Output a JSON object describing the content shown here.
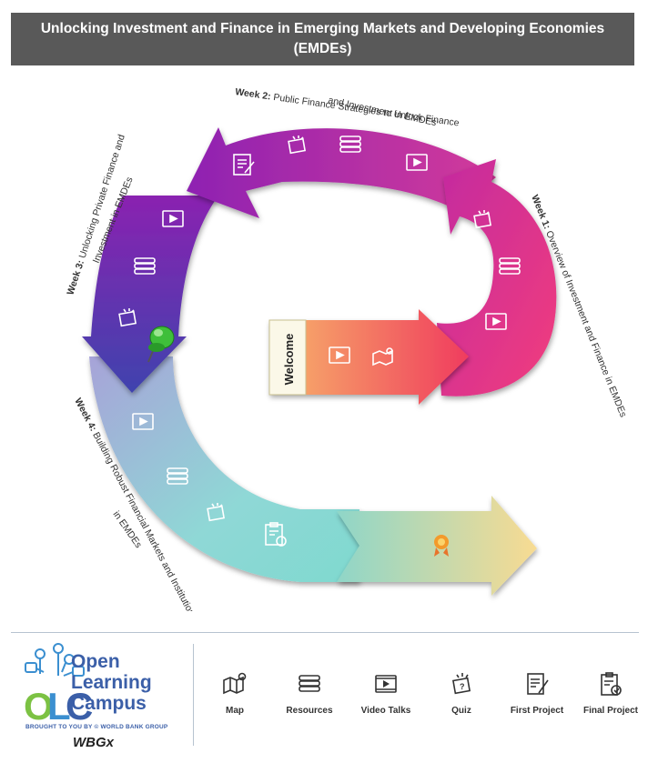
{
  "title": {
    "line1": "Unlocking Investment and Finance in Emerging Markets and Developing Economies",
    "line2": "(EMDEs)"
  },
  "weeks": {
    "welcome": "Welcome",
    "week1": {
      "label": "Week 1:",
      "text": "Overview of Investment and Finance in EMDEs"
    },
    "week2": {
      "label": "Week 2:",
      "text1": "Public Finance Strategies to Unlock Finance",
      "text2": "and Investment in EMDEs"
    },
    "week3": {
      "label": "Week 3:",
      "text1": "Unlocking Private Finance and",
      "text2": "Investment in EMDEs"
    },
    "week4": {
      "label": "Week 4:",
      "text1": "Building Robust Financial Markets and Institutions",
      "text2": "in EMDEs"
    }
  },
  "logo": {
    "line1": "Open",
    "line2": "Learning",
    "line3": "Campus",
    "tagline": "BROUGHT TO YOU BY © WORLD BANK GROUP",
    "wbgx": "WBGx"
  },
  "legend": [
    {
      "label": "Map",
      "icon": "map-icon"
    },
    {
      "label": "Resources",
      "icon": "books-icon"
    },
    {
      "label": "Video Talks",
      "icon": "video-icon"
    },
    {
      "label": "Quiz",
      "icon": "quiz-icon"
    },
    {
      "label": "First Project",
      "icon": "first-project-icon"
    },
    {
      "label": "Final Project",
      "icon": "final-project-icon"
    }
  ],
  "colors": {
    "title_bg": "#595959",
    "week1": "#e0338a",
    "week2": "#a12bb8",
    "week3": "#4d3cb0",
    "week4": "#8fd8d2",
    "welcome": "#f0505a",
    "final": "#f5d98f",
    "brand": "#3b5fa8"
  }
}
